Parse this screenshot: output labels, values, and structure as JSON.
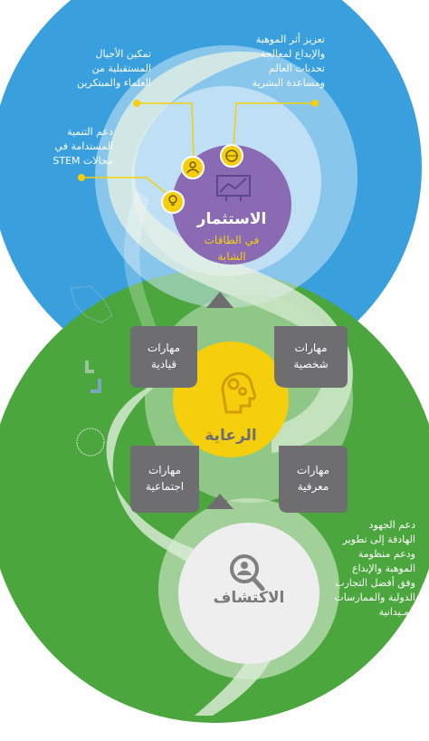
{
  "top_section": {
    "title": "الاستثمار",
    "subtitle_line1": "في الطاقات",
    "subtitle_line2": "الشابة",
    "goals": [
      {
        "lines": [
          "تعزيز أثر الموهبة",
          "والإبداع لمعالجة",
          "تحديات العالم",
          "ومساعدة البشرية"
        ],
        "icon": "globe-icon"
      },
      {
        "lines": [
          "تمكين الأجيال",
          "المستقبلية من",
          "العلماء والمبتكرين"
        ],
        "icon": "person-badge-icon"
      },
      {
        "lines": [
          "دعم التنمية",
          "المستدامة في",
          "STEM مجالات"
        ],
        "icon": "lightbulb-icon"
      }
    ]
  },
  "middle_section": {
    "title": "الرعاية",
    "icon": "head-gears-icon",
    "skills": [
      {
        "lines": [
          "مهارات",
          "شخصية"
        ]
      },
      {
        "lines": [
          "مهارات",
          "قيادية"
        ]
      },
      {
        "lines": [
          "مهارات",
          "معرفية"
        ]
      },
      {
        "lines": [
          "مهارات",
          "اجتماعية"
        ]
      }
    ]
  },
  "bottom_section": {
    "title": "الاكتشاف",
    "icon": "search-person-icon",
    "description_lines": [
      "دعم الجهود",
      "الهادفة إلى تطوير",
      "ودعم منظومة",
      "الموهبة والإبداع",
      "وفق أفضل التجارب",
      "الدولية والممارسات",
      "المـيدانية"
    ]
  },
  "colors": {
    "blue": "#3aa0dd",
    "green": "#4aa63d",
    "purple": "#8a6ab2",
    "yellow": "#f6cf0c",
    "gray_card": "#6e6e70",
    "gray_circle": "#eaeaea"
  }
}
